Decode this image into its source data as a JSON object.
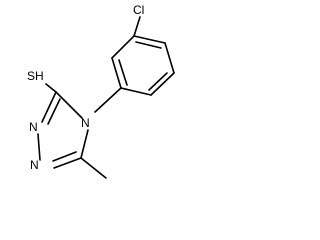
{
  "molecule": {
    "atom_labels": {
      "chlorine": "Cl",
      "thiol": "SH",
      "nitrogen_4": "N",
      "nitrogen_1": "N",
      "nitrogen_2": "N"
    }
  }
}
